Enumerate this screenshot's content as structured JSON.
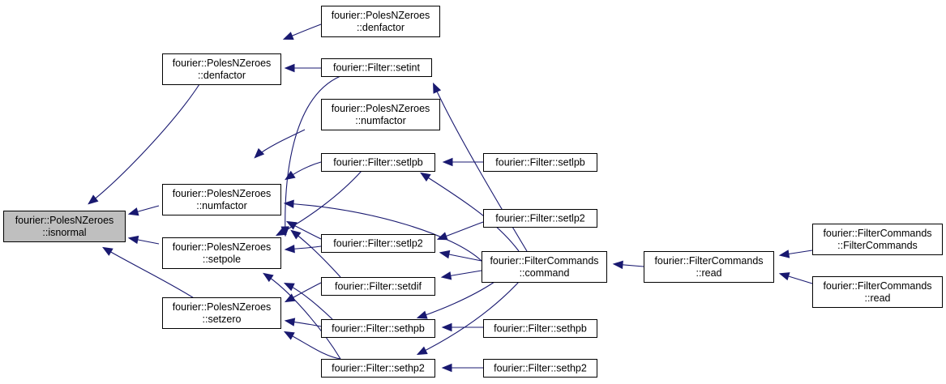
{
  "nodes": [
    {
      "id": "isnormal",
      "lines": [
        "fourier::PolesNZeroes",
        "::isnormal"
      ],
      "highlight": true
    },
    {
      "id": "denfactor1",
      "lines": [
        "fourier::PolesNZeroes",
        "::denfactor"
      ]
    },
    {
      "id": "numfactor1",
      "lines": [
        "fourier::PolesNZeroes",
        "::numfactor"
      ]
    },
    {
      "id": "setpole",
      "lines": [
        "fourier::PolesNZeroes",
        "::setpole"
      ]
    },
    {
      "id": "setzero",
      "lines": [
        "fourier::PolesNZeroes",
        "::setzero"
      ]
    },
    {
      "id": "denfactor2",
      "lines": [
        "fourier::PolesNZeroes",
        "::denfactor"
      ]
    },
    {
      "id": "setint",
      "lines": [
        "fourier::Filter::setint"
      ]
    },
    {
      "id": "numfactor2",
      "lines": [
        "fourier::PolesNZeroes",
        "::numfactor"
      ]
    },
    {
      "id": "setlpb1",
      "lines": [
        "fourier::Filter::setlpb"
      ]
    },
    {
      "id": "setlp2a",
      "lines": [
        "fourier::Filter::setlp2"
      ]
    },
    {
      "id": "setdif",
      "lines": [
        "fourier::Filter::setdif"
      ]
    },
    {
      "id": "sethpb1",
      "lines": [
        "fourier::Filter::sethpb"
      ]
    },
    {
      "id": "sethp2a",
      "lines": [
        "fourier::Filter::sethp2"
      ]
    },
    {
      "id": "setlpb2",
      "lines": [
        "fourier::Filter::setlpb"
      ]
    },
    {
      "id": "setlp2b",
      "lines": [
        "fourier::Filter::setlp2"
      ]
    },
    {
      "id": "command",
      "lines": [
        "fourier::FilterCommands",
        "::command"
      ]
    },
    {
      "id": "sethpb2",
      "lines": [
        "fourier::Filter::sethpb"
      ]
    },
    {
      "id": "sethp2b",
      "lines": [
        "fourier::Filter::sethp2"
      ]
    },
    {
      "id": "read1",
      "lines": [
        "fourier::FilterCommands",
        "::read"
      ]
    },
    {
      "id": "filtercommands",
      "lines": [
        "fourier::FilterCommands",
        "::FilterCommands"
      ]
    },
    {
      "id": "read2",
      "lines": [
        "fourier::FilterCommands",
        "::read"
      ]
    }
  ],
  "edges": [
    {
      "from": "denfactor1",
      "to": "isnormal"
    },
    {
      "from": "numfactor1",
      "to": "isnormal"
    },
    {
      "from": "setpole",
      "to": "isnormal"
    },
    {
      "from": "setzero",
      "to": "isnormal"
    },
    {
      "from": "denfactor2",
      "to": "denfactor1"
    },
    {
      "from": "setint",
      "to": "denfactor1"
    },
    {
      "from": "numfactor2",
      "to": "numfactor1"
    },
    {
      "from": "setlpb1",
      "to": "numfactor1"
    },
    {
      "from": "setlp2a",
      "to": "numfactor1"
    },
    {
      "from": "setdif",
      "to": "numfactor1"
    },
    {
      "from": "command",
      "to": "numfactor1"
    },
    {
      "from": "setint",
      "to": "setpole"
    },
    {
      "from": "setlpb1",
      "to": "setpole"
    },
    {
      "from": "setlp2a",
      "to": "setpole"
    },
    {
      "from": "sethpb1",
      "to": "setpole"
    },
    {
      "from": "sethp2a",
      "to": "setpole"
    },
    {
      "from": "setdif",
      "to": "setzero"
    },
    {
      "from": "sethpb1",
      "to": "setzero"
    },
    {
      "from": "sethp2a",
      "to": "setzero"
    },
    {
      "from": "command",
      "to": "setint"
    },
    {
      "from": "setlpb2",
      "to": "setlpb1"
    },
    {
      "from": "command",
      "to": "setlpb1"
    },
    {
      "from": "setlp2b",
      "to": "setlp2a"
    },
    {
      "from": "command",
      "to": "setlp2a"
    },
    {
      "from": "command",
      "to": "setdif"
    },
    {
      "from": "sethpb2",
      "to": "sethpb1"
    },
    {
      "from": "command",
      "to": "sethpb1"
    },
    {
      "from": "sethp2b",
      "to": "sethp2a"
    },
    {
      "from": "command",
      "to": "sethp2a"
    },
    {
      "from": "read1",
      "to": "command"
    },
    {
      "from": "filtercommands",
      "to": "read1"
    },
    {
      "from": "read2",
      "to": "read1"
    }
  ]
}
